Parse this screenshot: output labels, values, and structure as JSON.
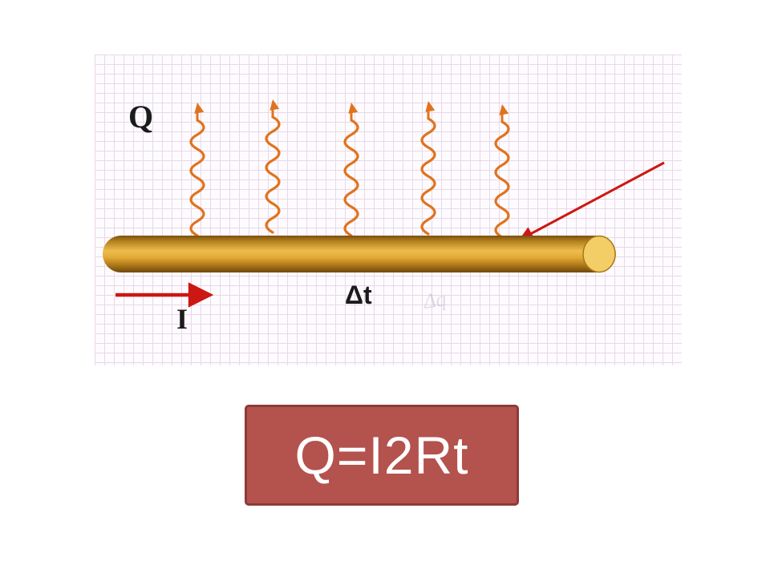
{
  "diagram": {
    "labels": {
      "heat": "Q",
      "current": "I",
      "time": "Δt",
      "watermark": "Δq"
    },
    "colors": {
      "grid": "#e9d8e9",
      "heat_squiggle_orange": "#e0731d",
      "rod_gold": "#e2a833",
      "rod_highlight": "#f3cd66",
      "arrow_red": "#cc1713"
    }
  },
  "formula": {
    "text": "Q=I2Rt",
    "box_fill": "#b4524e",
    "box_border": "#8d3b38",
    "text_color": "#ffffff"
  }
}
